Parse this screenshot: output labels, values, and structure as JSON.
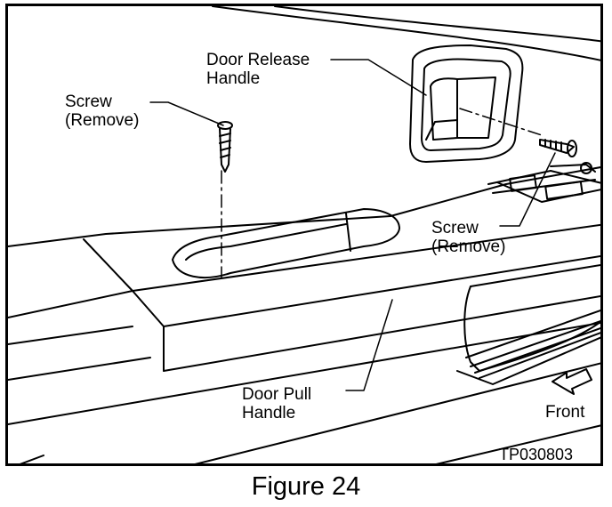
{
  "figure": {
    "caption": "Figure 24",
    "code": "TP030803"
  },
  "labels": {
    "door_release_handle": [
      "Door Release",
      "Handle"
    ],
    "screw_top": [
      "Screw",
      "(Remove)"
    ],
    "screw_right": [
      "Screw",
      "(Remove)"
    ],
    "door_pull_handle": [
      "Door Pull",
      "Handle"
    ],
    "front": "Front"
  },
  "colors": {
    "ink": "#000000",
    "paper": "#ffffff"
  }
}
